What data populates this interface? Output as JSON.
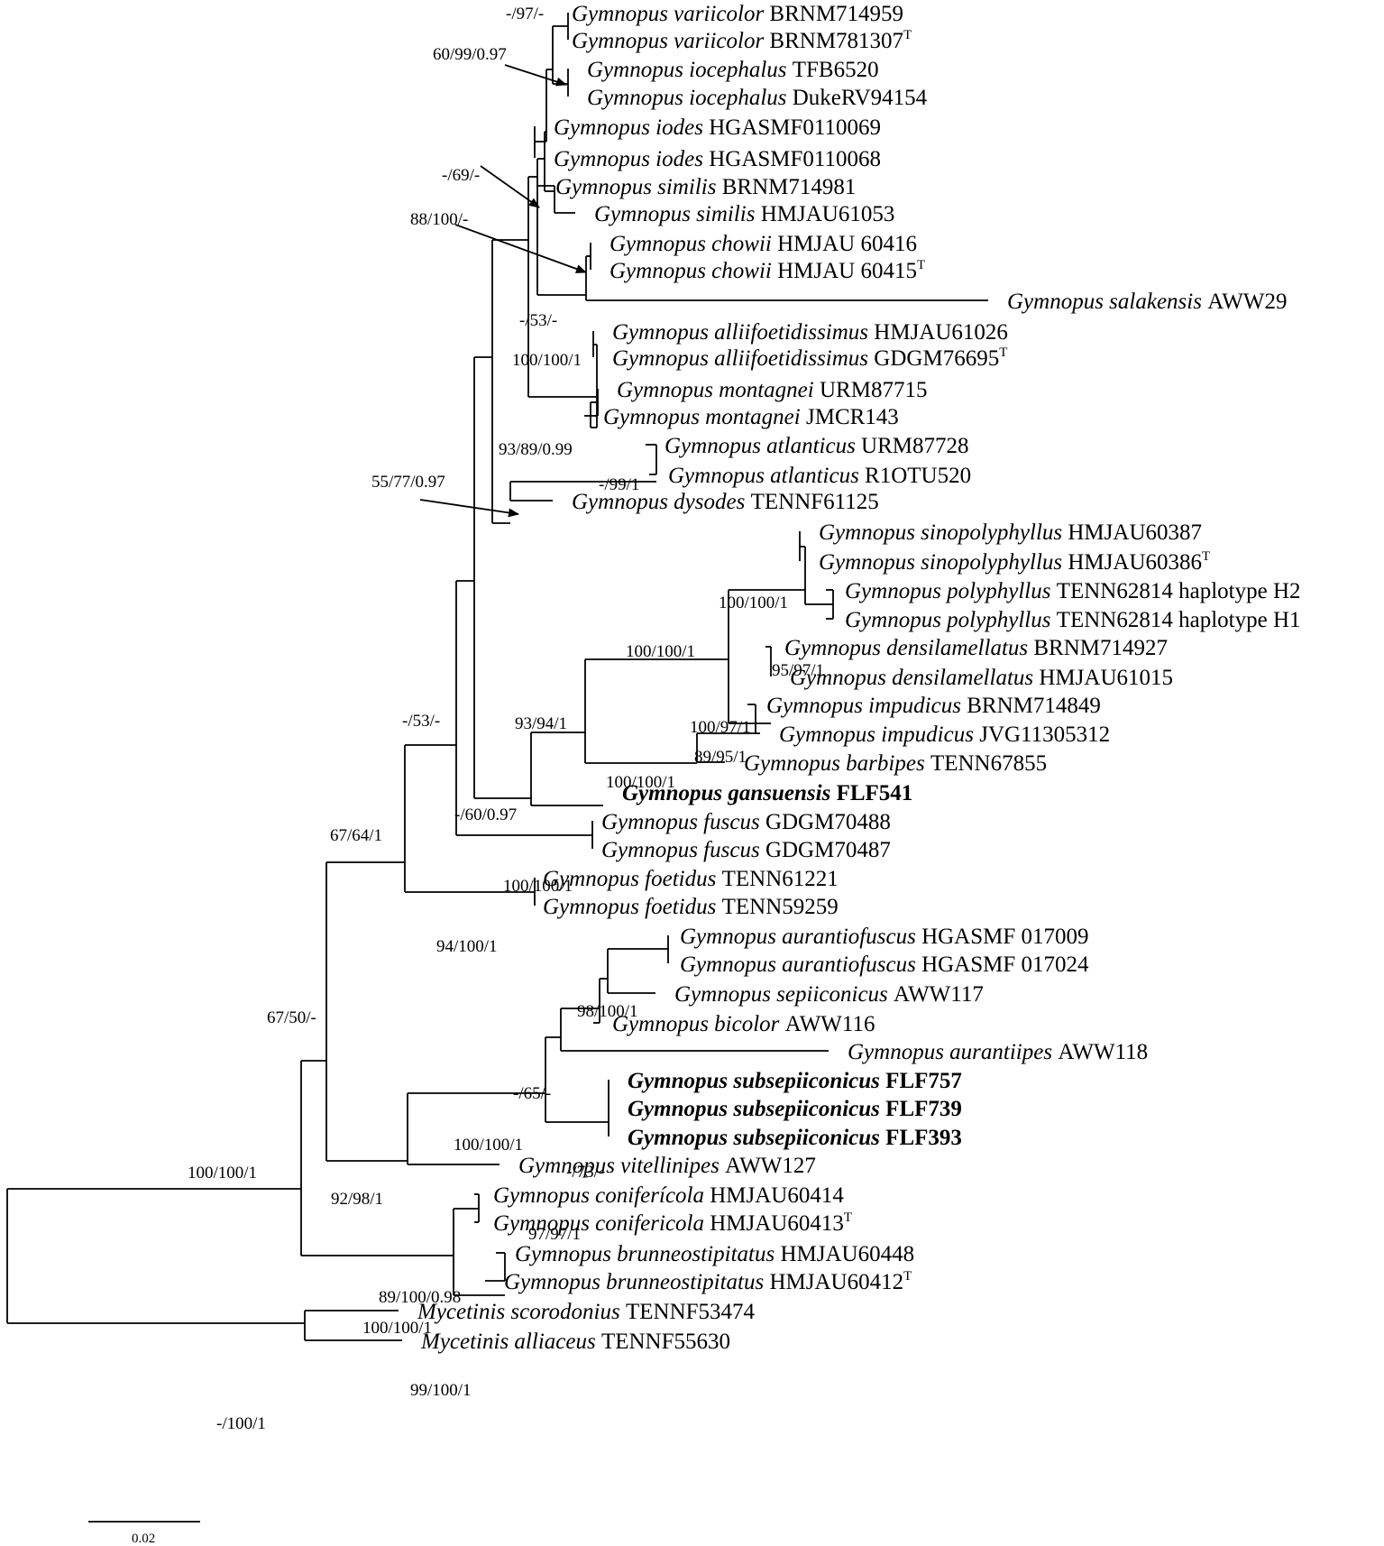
{
  "tips": [
    {
      "genus": "Gymnopus",
      "species": "variicolor",
      "voucher": "BRNM714959",
      "type": false,
      "bold": false
    },
    {
      "genus": "Gymnopus",
      "species": "variicolor",
      "voucher": "BRNM781307",
      "type": true,
      "bold": false
    },
    {
      "genus": "Gymnopus",
      "species": "iocephalus",
      "voucher": "TFB6520",
      "type": false,
      "bold": false
    },
    {
      "genus": "Gymnopus",
      "species": "iocephalus",
      "voucher": "DukeRV94154",
      "type": false,
      "bold": false
    },
    {
      "genus": "Gymnopus",
      "species": "iodes",
      "voucher": "HGASMF0110069",
      "type": false,
      "bold": false
    },
    {
      "genus": "Gymnopus",
      "species": "iodes",
      "voucher": "HGASMF0110068",
      "type": false,
      "bold": false
    },
    {
      "genus": "Gymnopus",
      "species": "similis",
      "voucher": "BRNM714981",
      "type": false,
      "bold": false
    },
    {
      "genus": "Gymnopus",
      "species": "similis",
      "voucher": "HMJAU61053",
      "type": false,
      "bold": false
    },
    {
      "genus": "Gymnopus",
      "species": "chowii",
      "voucher": "HMJAU 60416",
      "type": false,
      "bold": false
    },
    {
      "genus": "Gymnopus",
      "species": "chowii",
      "voucher": "HMJAU 60415",
      "type": true,
      "bold": false
    },
    {
      "genus": "Gymnopus",
      "species": "salakensis",
      "voucher": "AWW29",
      "type": false,
      "bold": false
    },
    {
      "genus": "Gymnopus",
      "species": "alliifoetidissimus",
      "voucher": "HMJAU61026",
      "type": false,
      "bold": false
    },
    {
      "genus": "Gymnopus",
      "species": "alliifoetidissimus",
      "voucher": "GDGM76695",
      "type": true,
      "bold": false
    },
    {
      "genus": "Gymnopus",
      "species": "montagnei",
      "voucher": "URM87715",
      "type": false,
      "bold": false
    },
    {
      "genus": "Gymnopus",
      "species": "montagnei",
      "voucher": "JMCR143",
      "type": false,
      "bold": false
    },
    {
      "genus": "Gymnopus",
      "species": "atlanticus",
      "voucher": "URM87728",
      "type": false,
      "bold": false
    },
    {
      "genus": "Gymnopus",
      "species": "atlanticus",
      "voucher": "R1OTU520",
      "type": false,
      "bold": false
    },
    {
      "genus": "Gymnopus",
      "species": "dysodes",
      "voucher": "TENNF61125",
      "type": false,
      "bold": false
    },
    {
      "genus": "Gymnopus",
      "species": "sinopolyphyllus",
      "voucher": "HMJAU60387",
      "type": false,
      "bold": false
    },
    {
      "genus": "Gymnopus",
      "species": "sinopolyphyllus",
      "voucher": "HMJAU60386",
      "type": true,
      "bold": false
    },
    {
      "genus": "Gymnopus",
      "species": "polyphyllus",
      "voucher": "TENN62814 haplotype H2",
      "type": false,
      "bold": false
    },
    {
      "genus": "Gymnopus",
      "species": "polyphyllus",
      "voucher": "TENN62814 haplotype H1",
      "type": false,
      "bold": false
    },
    {
      "genus": "Gymnopus",
      "species": "densilamellatus",
      "voucher": "BRNM714927",
      "type": false,
      "bold": false
    },
    {
      "genus": "Gymnopus",
      "species": "densilamellatus",
      "voucher": "HMJAU61015",
      "type": false,
      "bold": false
    },
    {
      "genus": "Gymnopus",
      "species": "impudicus",
      "voucher": "BRNM714849",
      "type": false,
      "bold": false
    },
    {
      "genus": "Gymnopus",
      "species": "impudicus",
      "voucher": "JVG11305312",
      "type": false,
      "bold": false
    },
    {
      "genus": "Gymnopus",
      "species": "barbipes",
      "voucher": "TENN67855",
      "type": false,
      "bold": false
    },
    {
      "genus": "Gymnopus",
      "species": "gansuensis",
      "voucher": "FLF541",
      "type": false,
      "bold": true
    },
    {
      "genus": "Gymnopus",
      "species": "fuscus",
      "voucher": "GDGM70488",
      "type": false,
      "bold": false
    },
    {
      "genus": "Gymnopus",
      "species": "fuscus",
      "voucher": "GDGM70487",
      "type": false,
      "bold": false
    },
    {
      "genus": "Gymnopus",
      "species": "foetidus",
      "voucher": "TENN61221",
      "type": false,
      "bold": false
    },
    {
      "genus": "Gymnopus",
      "species": "foetidus",
      "voucher": "TENN59259",
      "type": false,
      "bold": false
    },
    {
      "genus": "Gymnopus",
      "species": "aurantiofuscus",
      "voucher": "HGASMF 017009",
      "type": false,
      "bold": false
    },
    {
      "genus": "Gymnopus",
      "species": "aurantiofuscus",
      "voucher": "HGASMF 017024",
      "type": false,
      "bold": false
    },
    {
      "genus": "Gymnopus",
      "species": "sepiiconicus",
      "voucher": "AWW117",
      "type": false,
      "bold": false
    },
    {
      "genus": "Gymnopus",
      "species": "bicolor",
      "voucher": "AWW116",
      "type": false,
      "bold": false
    },
    {
      "genus": "Gymnopus",
      "species": "aurantiipes",
      "voucher": "AWW118",
      "type": false,
      "bold": false
    },
    {
      "genus": "Gymnopus",
      "species": "subsepiiconicus",
      "voucher": "FLF757",
      "type": false,
      "bold": true
    },
    {
      "genus": "Gymnopus",
      "species": "subsepiiconicus",
      "voucher": "FLF739",
      "type": false,
      "bold": true
    },
    {
      "genus": "Gymnopus",
      "species": "subsepiiconicus",
      "voucher": "FLF393",
      "type": false,
      "bold": true
    },
    {
      "genus": "Gymnopus",
      "species": "vitellinipes",
      "voucher": "AWW127",
      "type": false,
      "bold": false
    },
    {
      "genus": "Gymnopus",
      "species": "coniferícola",
      "voucher": "HMJAU60414",
      "type": false,
      "bold": false
    },
    {
      "genus": "Gymnopus",
      "species": "conifericola",
      "voucher": "HMJAU60413",
      "type": true,
      "bold": false
    },
    {
      "genus": "Gymnopus",
      "species": "brunneostipitatus",
      "voucher": "HMJAU60448",
      "type": false,
      "bold": false
    },
    {
      "genus": "Gymnopus",
      "species": "brunneostipitatus",
      "voucher": "HMJAU60412",
      "type": true,
      "bold": false
    },
    {
      "genus": "Mycetinis",
      "species": "scorodonius",
      "voucher": "TENNF53474",
      "type": false,
      "bold": false
    },
    {
      "genus": "Mycetinis",
      "species": "alliaceus",
      "voucher": "TENNF55630",
      "type": false,
      "bold": false
    }
  ],
  "type_marker": "T",
  "support_values": [
    "-/97/-",
    "60/99/0.97",
    "-/69/-",
    "88/100/-",
    "-/53/-",
    "100/100/1",
    "93/89/0.99",
    "55/77/0.97",
    "-/99/1",
    "100/100/1",
    "95/97/1",
    "100/100/1",
    "100/97/1",
    "89/95/1",
    "100/100/1",
    "93/94/1",
    "-/60/0.97",
    "-/53/-",
    "100/100/1",
    "67/64/1",
    "94/100/1",
    "98/100/1",
    "-/65/-",
    "100/100/1",
    "-/73/-",
    "97/97/1",
    "92/98/1",
    "67/50/-",
    "89/100/0.98",
    "100/100/1",
    "99/100/1",
    "100/100/1",
    "-/100/1"
  ],
  "scale_bar": {
    "value": "0.02"
  }
}
